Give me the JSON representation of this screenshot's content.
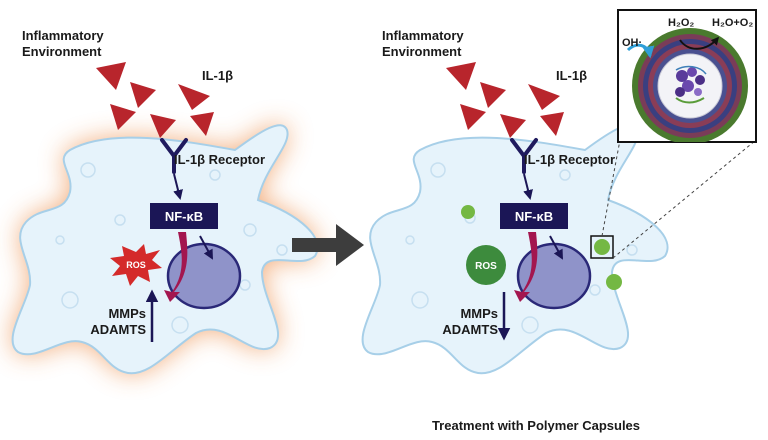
{
  "left_panel": {
    "environment_label_line1": "Inflammatory",
    "environment_label_line2": "Environment",
    "cytokine_label": "IL-1β",
    "receptor_label": "IL-1β Receptor",
    "nfkb_label": "NF-κB",
    "ros_label": "ROS",
    "mmp_label": "MMPs",
    "adamts_label": "ADAMTS"
  },
  "right_panel": {
    "environment_label_line1": "Inflammatory",
    "environment_label_line2": "Environment",
    "cytokine_label": "IL-1β",
    "receptor_label": "IL-1β Receptor",
    "nfkb_label": "NF-κB",
    "ros_label": "ROS",
    "mmp_label": "MMPs",
    "adamts_label": "ADAMTS",
    "caption": "Treatment with Polymer Capsules"
  },
  "inset": {
    "h2o2_label": "H₂O₂",
    "products_label": "H₂O+O₂",
    "hydroxyl_label": "OH·"
  },
  "colors": {
    "cell_fill": "#e6f3fb",
    "cell_outline": "#9fcbe6",
    "inflammation_glow": "#f0a36c",
    "cytokine": "#b8252c",
    "receptor": "#1f1a5e",
    "nfkb_box": "#1b1656",
    "nucleus": "#8f93c9",
    "nucleus_outline": "#2a2877",
    "ros_star": "#d42a2a",
    "ros_sphere": "#3d8b3d",
    "capsule": "#74b843",
    "process_arrow": "#3d3d3d",
    "signal_arrow": "#a3164f"
  }
}
